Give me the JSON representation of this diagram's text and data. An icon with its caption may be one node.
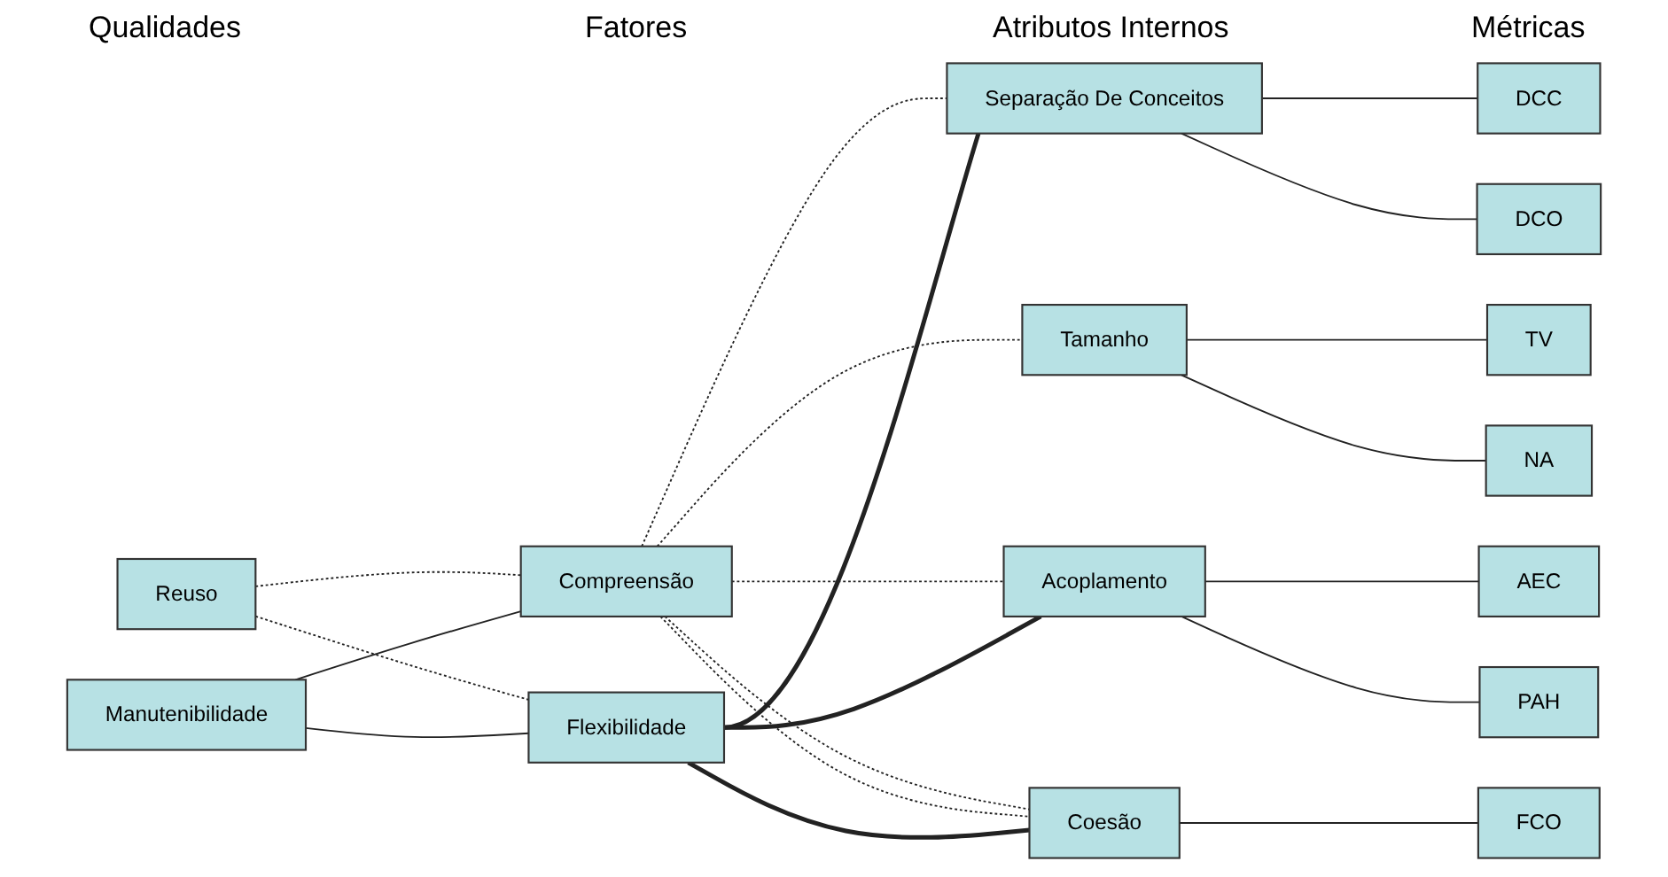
{
  "diagram": {
    "nodes": [
      {
        "text": [
          "Reuso"
        ]
      },
      {
        "text": [
          "Manutenibilidade"
        ]
      },
      {
        "text": [
          "Compreensão"
        ]
      },
      {
        "text": [
          "Flexibilidade"
        ]
      },
      {
        "text": [
          "Separação De Conceitos"
        ]
      },
      {
        "text": [
          "Tamanho"
        ]
      },
      {
        "text": [
          "Acoplamento"
        ]
      },
      {
        "text": [
          "Coesão"
        ]
      },
      {
        "text": [
          "DCC"
        ]
      },
      {
        "text": [
          "DCO"
        ]
      },
      {
        "text": [
          "TV"
        ]
      },
      {
        "text": [
          "NA"
        ]
      },
      {
        "text": [
          "AEC"
        ]
      },
      {
        "text": [
          "PAH"
        ]
      },
      {
        "text": [
          "FCO"
        ]
      }
    ],
    "edges": [
      {
        "from": 0,
        "to": 2,
        "arrow": "none",
        "style": "dashed"
      },
      {
        "from": 0,
        "to": 3,
        "arrow": "none",
        "style": "dashed"
      },
      {
        "from": 1,
        "to": 2,
        "arrow": "none"
      },
      {
        "from": 1,
        "to": 3,
        "arrow": "none"
      },
      {
        "from": 2,
        "to": 4,
        "arrow": "none",
        "style": "dashed"
      },
      {
        "from": 2,
        "to": 5,
        "arrow": "none",
        "style": "dashed"
      },
      {
        "from": 2,
        "to": 6,
        "arrow": "none",
        "style": "dashed"
      },
      {
        "from": 2,
        "to": 7,
        "arrow": "none",
        "style": "dashed"
      },
      {
        "from": 2,
        "to": 7,
        "arrow": "none",
        "style": "dashed"
      },
      {
        "from": 3,
        "to": 4,
        "arrow": "none",
        "style": "thick"
      },
      {
        "from": 3,
        "to": 6,
        "arrow": "none",
        "style": "thick"
      },
      {
        "from": 3,
        "to": 7,
        "arrow": "none",
        "style": "thick"
      },
      {
        "from": 4,
        "to": 8,
        "arrow": "none"
      },
      {
        "from": 4,
        "to": 9,
        "arrow": "none"
      },
      {
        "from": 5,
        "to": 10,
        "arrow": "none"
      },
      {
        "from": 5,
        "to": 11,
        "arrow": "none"
      },
      {
        "from": 6,
        "to": 12,
        "arrow": "none"
      },
      {
        "from": 6,
        "to": 13,
        "arrow": "none"
      },
      {
        "from": 7,
        "to": 14,
        "arrow": "none"
      }
    ],
    "labels": [
      "Atributos Internos",
      "Métricas",
      "Qualidades",
      "Fatores"
    ]
  }
}
